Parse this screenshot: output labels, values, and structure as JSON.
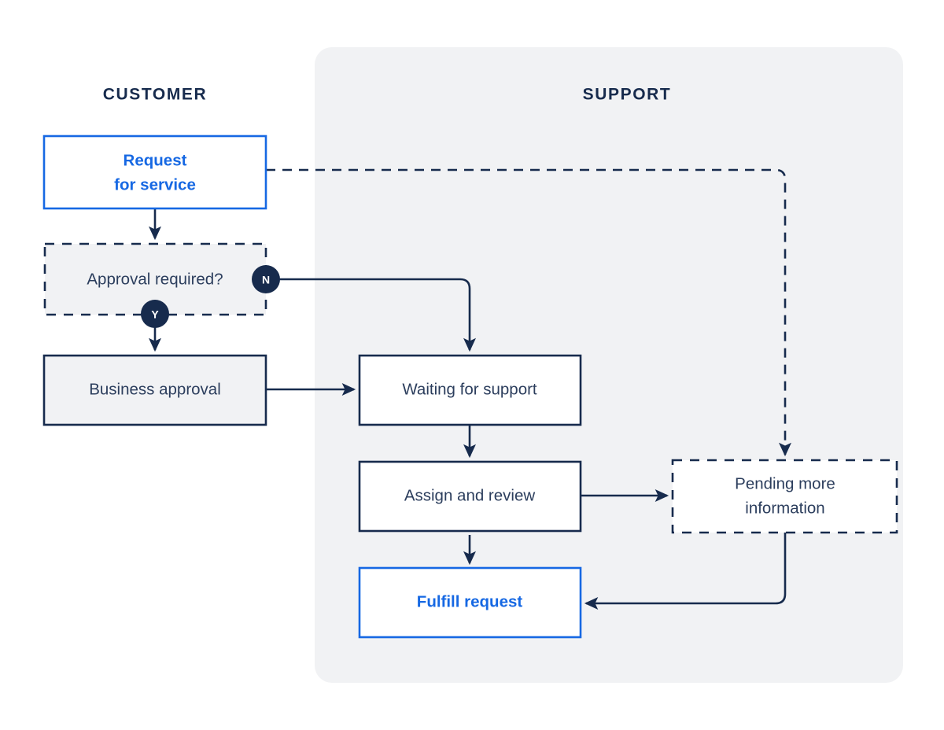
{
  "diagram": {
    "title_hidden": "",
    "lanes": [
      {
        "id": "customer",
        "label": "CUSTOMER"
      },
      {
        "id": "support",
        "label": "SUPPORT"
      }
    ],
    "colors": {
      "accent_blue": "#1668e3",
      "navy": "#172b4d",
      "panel_grey": "#f1f2f4",
      "box_grey": "#f1f2f4",
      "white": "#ffffff"
    },
    "nodes": [
      {
        "id": "request-for-service",
        "line1": "Request",
        "line2": "for service",
        "lane": "customer",
        "border": "solid",
        "border_color": "#1668e3",
        "fill": "#ffffff",
        "text_color": "#1668e3"
      },
      {
        "id": "approval-required",
        "line1": "Approval required?",
        "line2": "",
        "lane": "customer",
        "border": "dashed",
        "border_color": "#172b4d",
        "fill": "#f1f2f4",
        "text_color": "#2c3e5d"
      },
      {
        "id": "business-approval",
        "line1": "Business approval",
        "line2": "",
        "lane": "customer",
        "border": "solid",
        "border_color": "#172b4d",
        "fill": "#f1f2f4",
        "text_color": "#2c3e5d"
      },
      {
        "id": "waiting-for-support",
        "line1": "Waiting for support",
        "line2": "",
        "lane": "support",
        "border": "solid",
        "border_color": "#172b4d",
        "fill": "#ffffff",
        "text_color": "#2c3e5d"
      },
      {
        "id": "assign-and-review",
        "line1": "Assign and review",
        "line2": "",
        "lane": "support",
        "border": "solid",
        "border_color": "#172b4d",
        "fill": "#ffffff",
        "text_color": "#2c3e5d"
      },
      {
        "id": "pending-more-information",
        "line1": "Pending more",
        "line2": "information",
        "lane": "support",
        "border": "dashed",
        "border_color": "#172b4d",
        "fill": "#ffffff",
        "text_color": "#2c3e5d"
      },
      {
        "id": "fulfill-request",
        "line1": "Fulfill request",
        "line2": "",
        "lane": "support",
        "border": "solid",
        "border_color": "#1668e3",
        "fill": "#ffffff",
        "text_color": "#1668e3"
      }
    ],
    "decision_badges": [
      {
        "id": "badge-no",
        "label": "N",
        "from": "approval-required",
        "to": "waiting-for-support"
      },
      {
        "id": "badge-yes",
        "label": "Y",
        "from": "approval-required",
        "to": "business-approval"
      }
    ],
    "edges": [
      {
        "id": "edge-request-to-approval",
        "from": "request-for-service",
        "to": "approval-required",
        "style": "solid",
        "label": ""
      },
      {
        "id": "edge-approval-no-to-waiting",
        "from": "approval-required",
        "to": "waiting-for-support",
        "style": "solid",
        "label": "N"
      },
      {
        "id": "edge-approval-yes-to-business",
        "from": "approval-required",
        "to": "business-approval",
        "style": "solid",
        "label": "Y"
      },
      {
        "id": "edge-business-to-waiting",
        "from": "business-approval",
        "to": "waiting-for-support",
        "style": "solid",
        "label": ""
      },
      {
        "id": "edge-waiting-to-assign",
        "from": "waiting-for-support",
        "to": "assign-and-review",
        "style": "solid",
        "label": ""
      },
      {
        "id": "edge-assign-to-pending",
        "from": "assign-and-review",
        "to": "pending-more-information",
        "style": "solid",
        "label": ""
      },
      {
        "id": "edge-assign-to-fulfill",
        "from": "assign-and-review",
        "to": "fulfill-request",
        "style": "solid",
        "label": ""
      },
      {
        "id": "edge-pending-to-fulfill",
        "from": "pending-more-information",
        "to": "fulfill-request",
        "style": "solid",
        "label": ""
      },
      {
        "id": "edge-request-to-pending",
        "from": "request-for-service",
        "to": "pending-more-information",
        "style": "dashed",
        "label": ""
      }
    ]
  }
}
